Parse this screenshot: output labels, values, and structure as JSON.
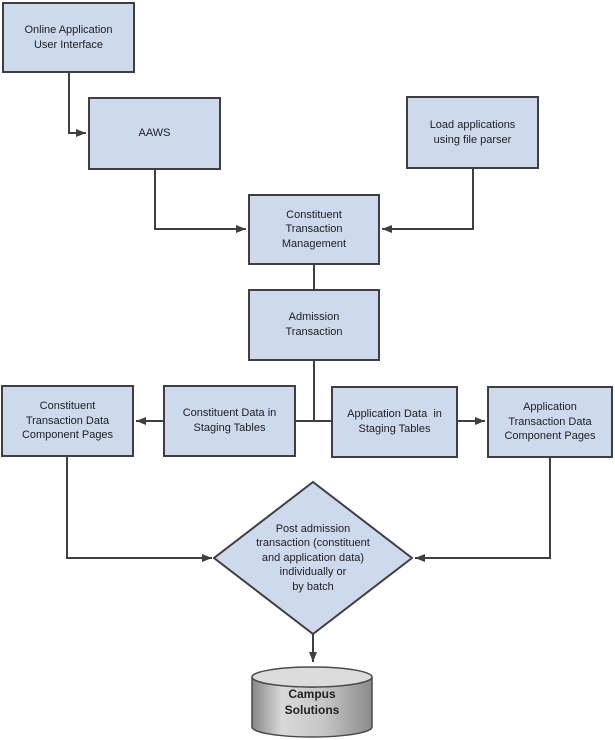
{
  "diagram": {
    "type": "flowchart",
    "nodes": {
      "online_app_ui": {
        "label": "Online Application\nUser Interface",
        "shape": "rect"
      },
      "aaws": {
        "label": "AAWS",
        "shape": "rect"
      },
      "load_applications": {
        "label": "Load applications\nusing file parser",
        "shape": "rect"
      },
      "constituent_transaction_management": {
        "label": "Constituent\nTransaction\nManagement",
        "shape": "rect"
      },
      "admission_transaction": {
        "label": "Admission\nTransaction",
        "shape": "rect"
      },
      "constituent_transaction_data_component_pages": {
        "label": "Constituent\nTransaction Data\nComponent Pages",
        "shape": "rect"
      },
      "constituent_data_staging": {
        "label": "Constituent Data in\nStaging Tables",
        "shape": "rect"
      },
      "application_data_staging": {
        "label": "Application Data  in\nStaging Tables",
        "shape": "rect"
      },
      "application_transaction_data_component_pages": {
        "label": "Application\nTransaction Data\nComponent Pages",
        "shape": "rect"
      },
      "post_admission_decision": {
        "label": "Post admission\ntransaction (constituent\nand application data)\nindividually or\nby batch",
        "shape": "diamond"
      },
      "campus_solutions": {
        "label": "Campus\nSolutions",
        "shape": "cylinder"
      }
    },
    "edges": [
      {
        "from": "online_app_ui",
        "to": "aaws",
        "arrow": true
      },
      {
        "from": "aaws",
        "to": "constituent_transaction_management",
        "arrow": true
      },
      {
        "from": "load_applications",
        "to": "constituent_transaction_management",
        "arrow": true
      },
      {
        "from": "constituent_transaction_management",
        "to": "admission_transaction",
        "arrow": false
      },
      {
        "from": "admission_transaction",
        "to": "constituent_data_staging",
        "arrow": false
      },
      {
        "from": "admission_transaction",
        "to": "application_data_staging",
        "arrow": false
      },
      {
        "from": "constituent_data_staging",
        "to": "constituent_transaction_data_component_pages",
        "arrow": true
      },
      {
        "from": "application_data_staging",
        "to": "application_transaction_data_component_pages",
        "arrow": true
      },
      {
        "from": "constituent_transaction_data_component_pages",
        "to": "post_admission_decision",
        "arrow": true
      },
      {
        "from": "application_transaction_data_component_pages",
        "to": "post_admission_decision",
        "arrow": true
      },
      {
        "from": "post_admission_decision",
        "to": "campus_solutions",
        "arrow": true
      }
    ],
    "colors": {
      "node_fill": "#cdd9ec",
      "node_border": "#3f3f3f",
      "connector": "#3f3f3f",
      "text": "#1f1f1f",
      "cylinder_light": "#dcdcdc",
      "cylinder_dark": "#8b8b8b"
    }
  }
}
